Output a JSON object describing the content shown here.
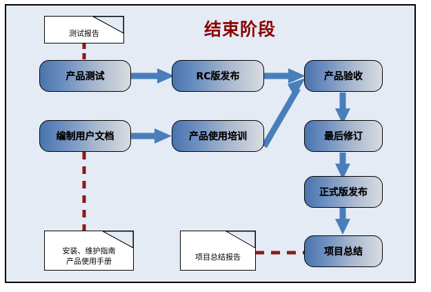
{
  "diagram": {
    "title": "结束阶段",
    "title_color": "#8b0000",
    "background_color": "#e4ebf5",
    "frame_border_color": "#000000",
    "arrow_color": "#4a7ebb",
    "dashed_line_color": "#8b1a1a",
    "box_gradient_from": "#4a74ad",
    "box_gradient_to": "#d9dce1"
  },
  "process_boxes": [
    {
      "id": "product-test",
      "label": "产品测试"
    },
    {
      "id": "rc-release",
      "label": "RC版发布"
    },
    {
      "id": "product-acceptance",
      "label": "产品验收"
    },
    {
      "id": "user-doc-authoring",
      "label": "编制用户文档"
    },
    {
      "id": "product-use-training",
      "label": "产品使用培训"
    },
    {
      "id": "final-revision",
      "label": "最后修订"
    },
    {
      "id": "official-release",
      "label": "正式版发布"
    },
    {
      "id": "project-summary",
      "label": "项目总结"
    }
  ],
  "documents": [
    {
      "id": "test-report",
      "lines": [
        "测试报告"
      ]
    },
    {
      "id": "install-maintain-guide",
      "lines": [
        "安装、维护指南",
        "产品使用手册"
      ]
    },
    {
      "id": "project-summary-report",
      "lines": [
        "项目总结报告"
      ]
    }
  ],
  "connectors": [
    {
      "id": "test-report-to-product-test",
      "kind": "dashed",
      "from": "test-report",
      "to": "product-test"
    },
    {
      "id": "product-test-to-rc-release",
      "kind": "arrow",
      "from": "product-test",
      "to": "rc-release"
    },
    {
      "id": "rc-release-to-product-acceptance",
      "kind": "arrow",
      "from": "rc-release",
      "to": "product-acceptance"
    },
    {
      "id": "user-doc-to-training",
      "kind": "arrow",
      "from": "user-doc-authoring",
      "to": "product-use-training"
    },
    {
      "id": "training-to-product-acceptance",
      "kind": "arrow",
      "from": "product-use-training",
      "to": "product-acceptance"
    },
    {
      "id": "product-acceptance-to-final-revision",
      "kind": "arrow",
      "from": "product-acceptance",
      "to": "final-revision"
    },
    {
      "id": "final-revision-to-official-release",
      "kind": "arrow",
      "from": "final-revision",
      "to": "official-release"
    },
    {
      "id": "official-release-to-project-summary",
      "kind": "arrow",
      "from": "official-release",
      "to": "project-summary"
    },
    {
      "id": "user-doc-to-install-guide",
      "kind": "dashed",
      "from": "user-doc-authoring",
      "to": "install-maintain-guide"
    },
    {
      "id": "summary-report-to-project-summary",
      "kind": "dashed",
      "from": "project-summary-report",
      "to": "project-summary"
    }
  ]
}
